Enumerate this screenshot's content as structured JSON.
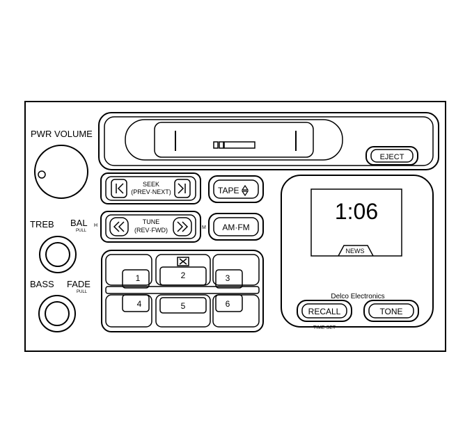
{
  "labels": {
    "pwr_volume": "PWR VOLUME",
    "treb": "TREB",
    "bal": "BAL",
    "bal_pull": "PULL",
    "h": "H",
    "m": "M",
    "bass": "BASS",
    "fade": "FADE",
    "fade_pull": "PULL"
  },
  "buttons": {
    "eject": "EJECT",
    "seek": "SEEK",
    "seek_sub": "(PREV·NEXT)",
    "tune": "TUNE",
    "tune_sub": "(REV·FWD)",
    "tape": "TAPE",
    "am_fm": "AM·FM",
    "recall": "RECALL",
    "time_set": "TIME SET",
    "tone": "TONE"
  },
  "presets": [
    "1",
    "2",
    "3",
    "4",
    "5",
    "6"
  ],
  "display": {
    "time": "1:06",
    "news": "NEWS"
  },
  "brand": "Delco Electronics"
}
